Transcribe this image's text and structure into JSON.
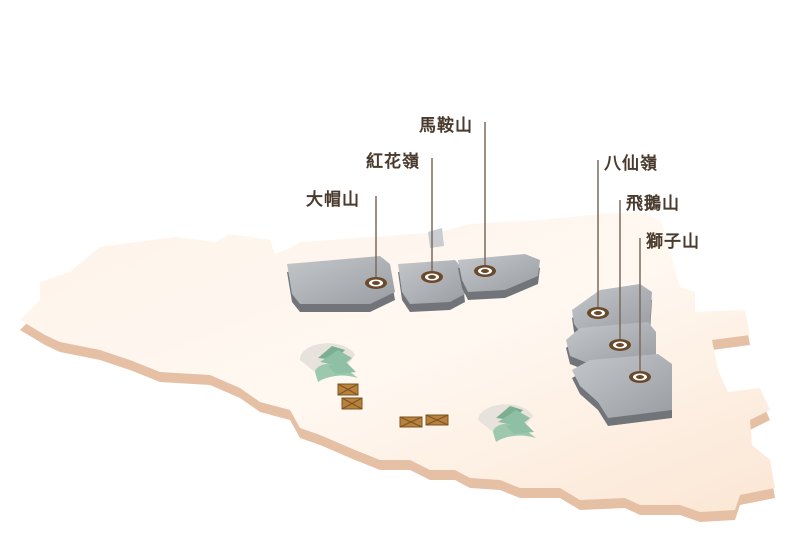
{
  "map": {
    "colors": {
      "floor_top": "#fce9da",
      "floor_side": "#e7c2a7",
      "hall_top": "#a9acb0",
      "hall_side": "#6f7378",
      "pin_ring": "#6b4a2c",
      "leader_line": "#7a6b5c",
      "escalator": "#8fbfa4",
      "crate": "#b9823c"
    },
    "halls": [
      {
        "id": "tai-mo-shan",
        "label": "大帽山"
      },
      {
        "id": "hung-fa-ling",
        "label": "紅花嶺"
      },
      {
        "id": "ma-on-shan",
        "label": "馬鞍山"
      },
      {
        "id": "pat-sin-leng",
        "label": "八仙嶺"
      },
      {
        "id": "fei-ngo-shan",
        "label": "飛鵝山"
      },
      {
        "id": "lion-rock",
        "label": "獅子山"
      }
    ]
  }
}
